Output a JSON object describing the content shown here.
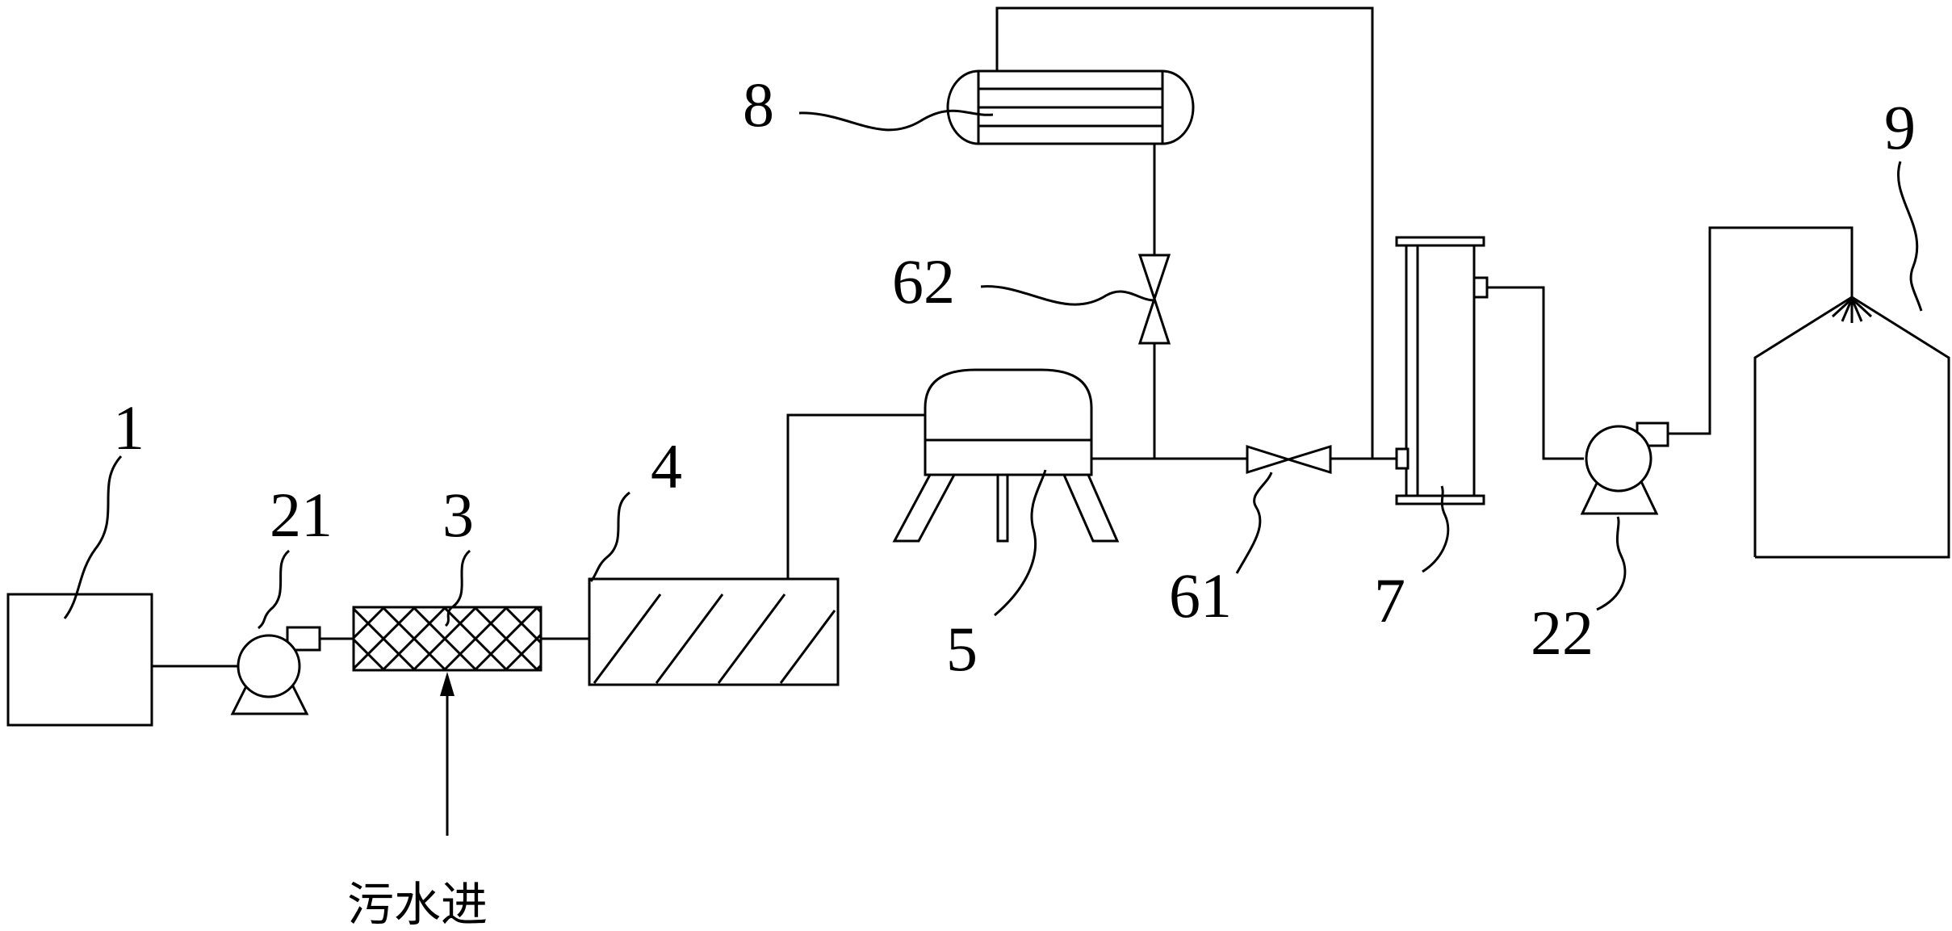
{
  "labels": {
    "tank_1": "1",
    "pump_21": "21",
    "mixer_3": "3",
    "tank_4": "4",
    "separator_5": "5",
    "valve_61": "61",
    "valve_62": "62",
    "column_7": "7",
    "condenser_8": "8",
    "tower_9": "9",
    "pump_22": "22"
  },
  "inlet_caption": "污水进"
}
